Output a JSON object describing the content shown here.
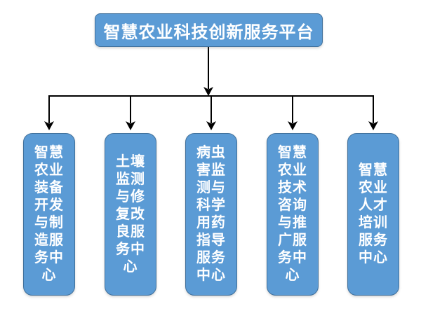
{
  "diagram": {
    "root": {
      "label": "智慧农业科技创新服务平台"
    },
    "children": [
      {
        "label": "智慧农业装备开发与制造服务中心"
      },
      {
        "label": "土壤监测与修复改良服务中心"
      },
      {
        "label": "病虫害监测与科学用药指导服务中心"
      },
      {
        "label": "智慧农业技术咨询与推广服务中心"
      },
      {
        "label": "智慧农业人才培训服务中心"
      }
    ],
    "colors": {
      "node_fill": "#5b9bd5",
      "node_border": "#41719c",
      "node_text": "#ffffff",
      "connector": "#000000",
      "background": "#ffffff"
    }
  }
}
